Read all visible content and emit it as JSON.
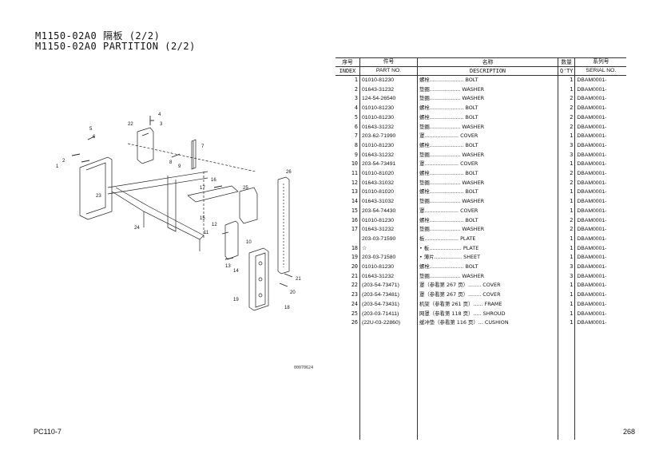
{
  "header": {
    "title_cn": "M1150-02A0 隔板 (2/2)",
    "title_en": "M1150-02A0 PARTITION (2/2)"
  },
  "table": {
    "headers": {
      "index_cn": "序号",
      "index_en": "INDEX",
      "partno_cn": "件号",
      "partno_en": "PART NO.",
      "desc_cn": "名称",
      "desc_en": "DESCRIPTION",
      "qty_cn": "数量",
      "qty_en": "Q'TY",
      "serial_cn": "系列号",
      "serial_en": "SERIAL NO."
    },
    "rows": [
      {
        "index": "1",
        "part_no": "01010-81230",
        "desc": "螺栓..................... BOLT",
        "qty": "1",
        "serial": "DBAM0001-"
      },
      {
        "index": "2",
        "part_no": "01643-31232",
        "desc": "垫圈................... WASHER",
        "qty": "1",
        "serial": "DBAM0001-"
      },
      {
        "index": "3",
        "part_no": "124-54-26540",
        "desc": "垫圈................... WASHER",
        "qty": "2",
        "serial": "DBAM0001-"
      },
      {
        "index": "4",
        "part_no": "01010-81230",
        "desc": "螺栓..................... BOLT",
        "qty": "2",
        "serial": "DBAM0001-"
      },
      {
        "index": "5",
        "part_no": "01010-81230",
        "desc": "螺栓..................... BOLT",
        "qty": "2",
        "serial": "DBAM0001-"
      },
      {
        "index": "6",
        "part_no": "01643-31232",
        "desc": "垫圈................... WASHER",
        "qty": "2",
        "serial": "DBAM0001-"
      },
      {
        "index": "7",
        "part_no": "203-62-71990",
        "desc": "罩..................... COVER",
        "qty": "1",
        "serial": "DBAM0001-"
      },
      {
        "index": "8",
        "part_no": "01010-81230",
        "desc": "螺栓..................... BOLT",
        "qty": "3",
        "serial": "DBAM0001-"
      },
      {
        "index": "9",
        "part_no": "01643-31232",
        "desc": "垫圈................... WASHER",
        "qty": "3",
        "serial": "DBAM0001-"
      },
      {
        "index": "10",
        "part_no": "203-54-73491",
        "desc": "罩..................... COVER",
        "qty": "1",
        "serial": "DBAM0001-"
      },
      {
        "index": "11",
        "part_no": "01010-81020",
        "desc": "螺栓..................... BOLT",
        "qty": "2",
        "serial": "DBAM0001-"
      },
      {
        "index": "12",
        "part_no": "01643-31032",
        "desc": "垫圈................... WASHER",
        "qty": "2",
        "serial": "DBAM0001-"
      },
      {
        "index": "13",
        "part_no": "01010-81020",
        "desc": "螺栓..................... BOLT",
        "qty": "1",
        "serial": "DBAM0001-"
      },
      {
        "index": "14",
        "part_no": "01643-31032",
        "desc": "垫圈................... WASHER",
        "qty": "1",
        "serial": "DBAM0001-"
      },
      {
        "index": "15",
        "part_no": "203-54-74430",
        "desc": "罩..................... COVER",
        "qty": "1",
        "serial": "DBAM0001-"
      },
      {
        "index": "16",
        "part_no": "01010-81230",
        "desc": "螺栓..................... BOLT",
        "qty": "2",
        "serial": "DBAM0001-"
      },
      {
        "index": "17",
        "part_no": "01643-31232",
        "desc": "垫圈................... WASHER",
        "qty": "2",
        "serial": "DBAM0001-"
      },
      {
        "index": "",
        "part_no": "203-03-71590",
        "desc": "板..................... PLATE",
        "qty": "1",
        "serial": "DBAM0001-"
      },
      {
        "index": "18",
        "part_no": "☆",
        "desc": "• 板.................... PLATE",
        "qty": "1",
        "serial": "DBAM0001-"
      },
      {
        "index": "19",
        "part_no": "203-03-71580",
        "desc": "• 薄片................. SHEET",
        "qty": "1",
        "serial": "DBAM0001-"
      },
      {
        "index": "20",
        "part_no": "01010-81230",
        "desc": "螺栓..................... BOLT",
        "qty": "3",
        "serial": "DBAM0001-"
      },
      {
        "index": "21",
        "part_no": "01643-31232",
        "desc": "垫圈................... WASHER",
        "qty": "3",
        "serial": "DBAM0001-"
      },
      {
        "index": "22",
        "part_no": "(203-54-73471)",
        "desc": "罩（参看第 267 页）........ COVER",
        "qty": "1",
        "serial": "DBAM0001-"
      },
      {
        "index": "23",
        "part_no": "(203-54-73481)",
        "desc": "罩（参看第 267 页）........ COVER",
        "qty": "1",
        "serial": "DBAM0001-"
      },
      {
        "index": "24",
        "part_no": "(203-54-73431)",
        "desc": "机架（参看第 261 页）...... FRAME",
        "qty": "1",
        "serial": "DBAM0001-"
      },
      {
        "index": "25",
        "part_no": "(203-03-71411)",
        "desc": "网罩（参看第 118 页）..... SHROUD",
        "qty": "1",
        "serial": "DBAM0001-"
      },
      {
        "index": "26",
        "part_no": "(22U-03-22860)",
        "desc": "缓冲垫（参看第 116 页）... CUSHION",
        "qty": "1",
        "serial": "DBAM0001-"
      }
    ]
  },
  "diagram": {
    "callouts": [
      "1",
      "2",
      "3",
      "4",
      "5",
      "6",
      "7",
      "8",
      "9",
      "10",
      "11",
      "12",
      "13",
      "14",
      "15",
      "16",
      "17",
      "18",
      "19",
      "20",
      "21",
      "22",
      "23",
      "24",
      "25",
      "26"
    ],
    "image_code": "00070624"
  },
  "footer": {
    "model": "PC110-7",
    "page": "268"
  }
}
